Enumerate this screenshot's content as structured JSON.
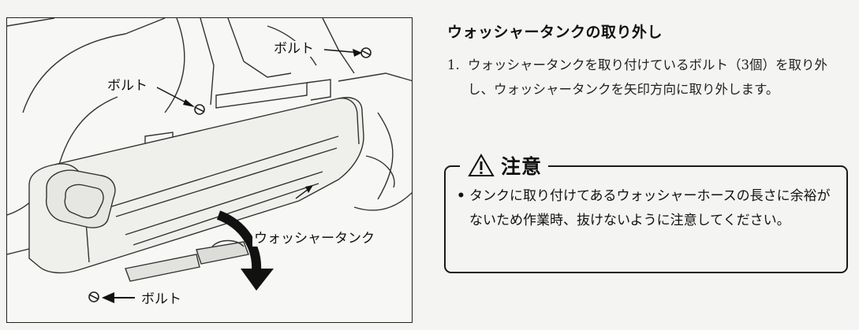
{
  "figure": {
    "bolt_top_label": "ボルト",
    "bolt_left_label": "ボルト",
    "bolt_bottom_label": "ボルト",
    "tank_label": "ウォッシャータンク"
  },
  "section": {
    "title": "ウォッシャータンクの取り外し",
    "steps": [
      {
        "number": "1.",
        "text": "ウォッシャータンクを取り付けているボルト（3個）を取り外し、ウォッシャータンクを矢印方向に取り外します。"
      }
    ]
  },
  "caution": {
    "title": "注意",
    "icon": "warning-triangle-icon",
    "bullet": "•",
    "text": "タンクに取り付けてあるウォッシャーホースの長さに余裕がないため作業時、抜けないように注意してください。"
  }
}
